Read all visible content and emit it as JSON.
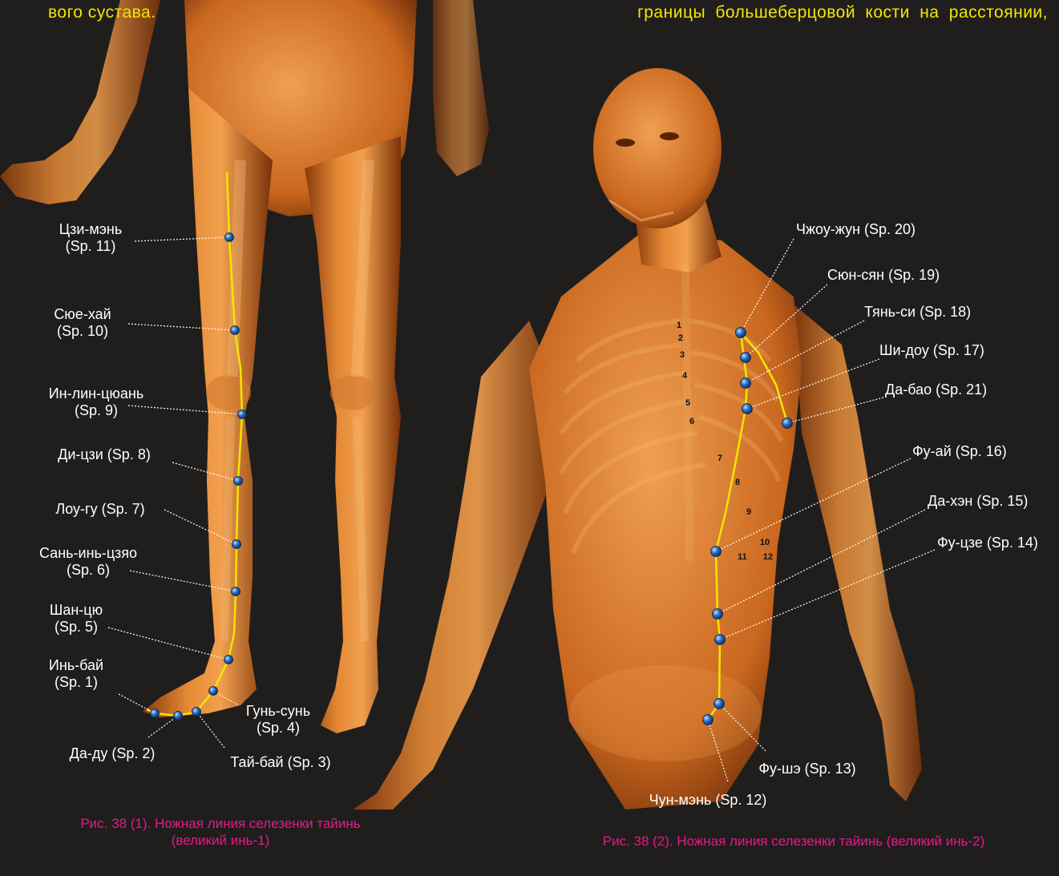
{
  "top_text": {
    "left": "вого сустава.",
    "right": "границы большеберцовой кости на расстоянии,"
  },
  "figure1": {
    "caption_line1": "Рис. 38 (1). Ножная линия селезенки тайинь",
    "caption_line2": "(великий инь-1)",
    "points": [
      {
        "name": "Цзи-мэнь",
        "code": "(Sp. 11)"
      },
      {
        "name": "Сюе-хай",
        "code": "(Sp. 10)"
      },
      {
        "name": "Ин-лин-цюань",
        "code": "(Sp. 9)"
      },
      {
        "name": "Ди-цзи (Sp. 8)"
      },
      {
        "name": "Лоу-гу (Sp. 7)"
      },
      {
        "name": "Сань-инь-цзяо",
        "code": "(Sp. 6)"
      },
      {
        "name": "Шан-цю",
        "code": "(Sp. 5)"
      },
      {
        "name": "Инь-бай",
        "code": "(Sp. 1)"
      },
      {
        "name": "Гунь-сунь",
        "code": "(Sp. 4)"
      },
      {
        "name": "Да-ду (Sp. 2)"
      },
      {
        "name": "Тай-бай (Sp. 3)"
      }
    ]
  },
  "figure2": {
    "caption": "Рис. 38 (2). Ножная линия селезенки тайинь (великий инь-2)",
    "points": [
      {
        "name": "Чжоу-жун (Sp. 20)"
      },
      {
        "name": "Сюн-сян (Sp. 19)"
      },
      {
        "name": "Тянь-си (Sp. 18)"
      },
      {
        "name": "Ши-доу (Sp. 17)"
      },
      {
        "name": "Да-бао (Sp. 21)"
      },
      {
        "name": "Фу-ай (Sp. 16)"
      },
      {
        "name": "Да-хэн (Sp. 15)"
      },
      {
        "name": "Фу-цзе (Sp. 14)"
      },
      {
        "name": "Фу-шэ (Sp. 13)"
      },
      {
        "name": "Чун-мэнь (Sp. 12)"
      }
    ],
    "ribs": [
      "1",
      "2",
      "3",
      "4",
      "5",
      "6",
      "7",
      "8",
      "9",
      "10",
      "11",
      "12"
    ]
  },
  "colors": {
    "background": "#201e1c",
    "meridian": "#f2e600",
    "point": "#2a6fc4",
    "caption": "#e5198a",
    "label": "#ffffff"
  }
}
